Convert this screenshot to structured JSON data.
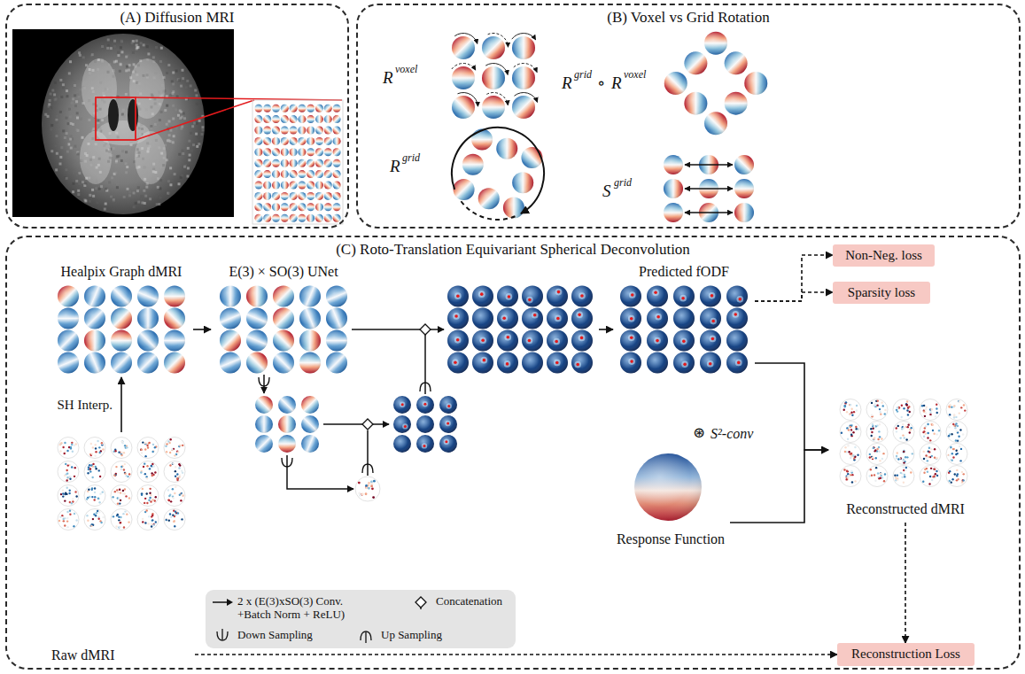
{
  "diagram": {
    "nodes": [
      {
        "text": [
          "(A) Diffusion MRI"
        ]
      },
      {
        "text": [
          "(B) Voxel vs Grid Rotation"
        ]
      },
      {
        "text": [
          "(C) Roto-Translation Equivariant Spherical Deconvolution"
        ]
      },
      {
        "text": [
          "Healpix Graph dMRI"
        ],
        "in": 2
      },
      {
        "text": [
          "E(3) × SO(3) UNet"
        ],
        "in": 2
      },
      {
        "text": [
          "Predicted fODF"
        ],
        "in": 2
      },
      {
        "text": [
          "Non-Neg. loss"
        ],
        "in": 2
      },
      {
        "text": [
          "Sparsity loss"
        ],
        "in": 2
      },
      {
        "text": [
          "Response Function"
        ],
        "in": 2
      },
      {
        "text": [
          "Reconstructed dMRI"
        ],
        "in": 2
      },
      {
        "text": [
          "Raw dMRI"
        ],
        "in": 2
      },
      {
        "text": [
          "Reconstruction Loss"
        ],
        "in": 2
      }
    ],
    "edges": [
      {
        "from": 10,
        "to": 3,
        "label": "SH Interp.",
        "arrow": "to"
      },
      {
        "from": 3,
        "to": 4,
        "arrow": "to"
      },
      {
        "from": 4,
        "to": 5,
        "arrow": "to"
      },
      {
        "from": 5,
        "to": 6,
        "arrow": "to"
      },
      {
        "from": 5,
        "to": 7,
        "arrow": "to"
      },
      {
        "from": 5,
        "to": 9,
        "arrow": "to"
      },
      {
        "from": 8,
        "to": 9,
        "arrow": "to"
      },
      {
        "from": 9,
        "to": 11,
        "arrow": "to"
      },
      {
        "from": 10,
        "to": 11,
        "arrow": "to"
      }
    ],
    "labels": [
      "R",
      "voxel",
      "R",
      "grid",
      "∘",
      "R",
      "voxel",
      "R",
      "grid",
      "S",
      "grid",
      "⊛",
      "S²-conv"
    ],
    "legend": [
      {
        "text": "2 x (E(3)xSO(3) Conv. +Batch Norm + ReLU)"
      },
      {
        "text": "Concatenation"
      },
      {
        "text": "Down Sampling"
      },
      {
        "text": "Up Sampling"
      }
    ]
  }
}
